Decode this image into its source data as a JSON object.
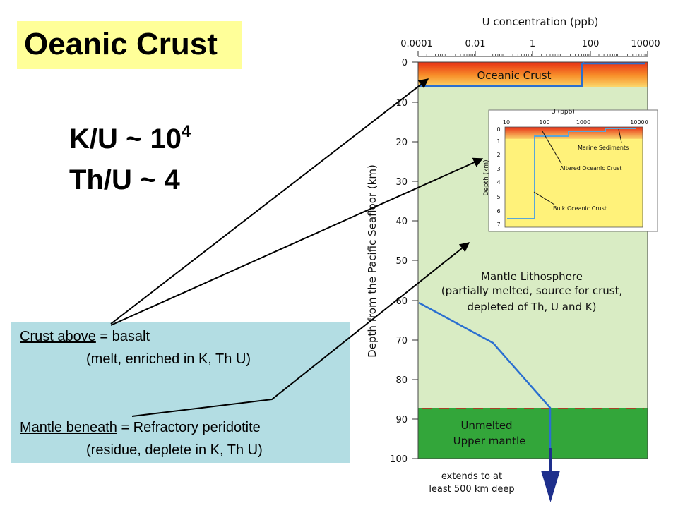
{
  "slide": {
    "title": "Oeanic Crust",
    "ratio_ku_prefix": "K/U ~ 10",
    "ratio_ku_exp": "4",
    "ratio_thu": "Th/U ~ 4",
    "crust_term": "Crust above",
    "crust_rest": " = basalt",
    "crust_detail": "(melt, enriched in K, Th U)",
    "mantle_term": "Mantle beneath",
    "mantle_rest": " = Refractory peridotite",
    "mantle_detail": "(residue, deplete in K, Th U)"
  },
  "figure": {
    "top_axis_title": "U concentration (ppb)",
    "top_ticks": [
      "0.0001",
      "0.01",
      "1",
      "100",
      "10000"
    ],
    "depth_axis_title": "Depth from the Pacific Seafloor (km)",
    "depth_ticks": [
      "0",
      "10",
      "20",
      "30",
      "40",
      "50",
      "60",
      "70",
      "80",
      "90",
      "100"
    ],
    "zone_crust": "Oceanic Crust",
    "zone_lith_1": "Mantle Lithosphere",
    "zone_lith_2": "(partially melted, source for crust,",
    "zone_lith_3": "depleted of Th, U and K)",
    "zone_upper_1": "Unmelted",
    "zone_upper_2": "Upper mantle",
    "extends_1": "extends to at",
    "extends_2": "least 500 km deep",
    "inset_axis_title": "U (ppb)",
    "inset_top_ticks": [
      "10",
      "100",
      "1000",
      "10000"
    ],
    "inset_depth_title": "Depth (km)",
    "inset_depth_ticks": [
      "0",
      "1",
      "2",
      "3",
      "4",
      "5",
      "6",
      "7"
    ],
    "inset_marine": "Marine Sediments",
    "inset_altered": "Altered Oceanic Crust",
    "inset_bulk": "Bulk Oceanic Crust"
  },
  "colors": {
    "title_bg": "#ffff99",
    "note_bg": "#b3dde3",
    "lithosphere": "#d9ecc4",
    "upper_mantle": "#33a63a",
    "crust_top": "#e83015",
    "crust_bottom": "#fbd66a",
    "inset_yellow": "#fff27a",
    "profile_line": "#2a6fd0",
    "inset_line": "#5aa6d8",
    "arrow_down": "#1e2f8c",
    "dashed_boundary": "#cc2020"
  }
}
